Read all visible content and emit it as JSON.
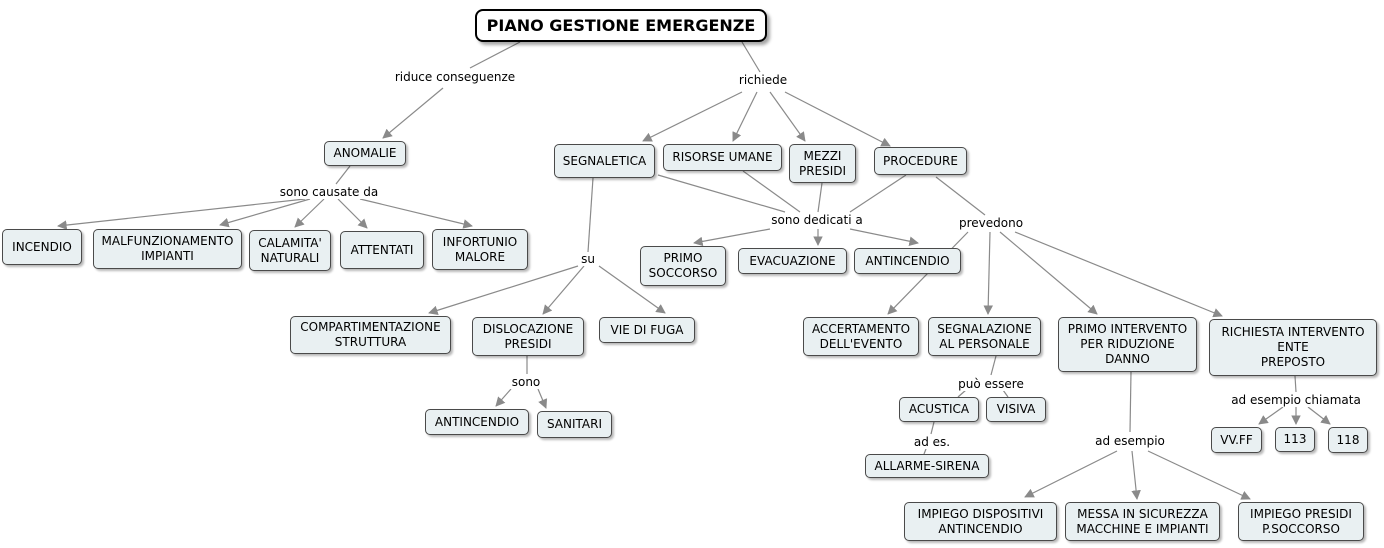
{
  "title": "PIANO GESTIONE EMERGENZE",
  "nodes": {
    "anomalie": "ANOMALIE",
    "incendio": "INCENDIO",
    "malfunzionamento": "MALFUNZIONAMENTO\nIMPIANTI",
    "calamita": "CALAMITA'\nNATURALI",
    "attentati": "ATTENTATI",
    "infortunio": "INFORTUNIO\nMALORE",
    "segnaletica": "SEGNALETICA",
    "risorse_umane": "RISORSE UMANE",
    "mezzi_presidi": "MEZZI\nPRESIDI",
    "procedure": "PROCEDURE",
    "primo_soccorso": "PRIMO\nSOCCORSO",
    "evacuazione": "EVACUAZIONE",
    "antincendio_top": "ANTINCENDIO",
    "compartimentazione": "COMPARTIMENTAZIONE\nSTRUTTURA",
    "dislocazione": "DISLOCAZIONE\nPRESIDI",
    "vie_di_fuga": "VIE DI FUGA",
    "antincendio_bottom": "ANTINCENDIO",
    "sanitari": "SANITARI",
    "accertamento": "ACCERTAMENTO\nDELL'EVENTO",
    "segnalazione": "SEGNALAZIONE\nAL PERSONALE",
    "primo_intervento": "PRIMO INTERVENTO\nPER RIDUZIONE\nDANNO",
    "richiesta": "RICHIESTA INTERVENTO\nENTE\nPREPOSTO",
    "acustica": "ACUSTICA",
    "visiva": "VISIVA",
    "allarme": "ALLARME-SIRENA",
    "vvff": "VV.FF",
    "n113": "113",
    "n118": "118",
    "impiego_dispositivi": "IMPIEGO DISPOSITIVI\nANTINCENDIO",
    "messa_sicurezza": "MESSA IN SICUREZZA\nMACCHINE E IMPIANTI",
    "impiego_presidi": "IMPIEGO PRESIDI\nP.SOCCORSO"
  },
  "links": {
    "riduce_conseguenze": "riduce conseguenze",
    "richiede": "richiede",
    "sono_causate_da": "sono causate da",
    "sono_dedicati_a": "sono dedicati a",
    "prevedono": "prevedono",
    "su": "su",
    "sono": "sono",
    "puo_essere": "può essere",
    "ad_es": "ad es.",
    "ad_esempio_chiamata": "ad esempio chiamata",
    "ad_esempio": "ad esempio"
  },
  "colors": {
    "node_fill": "#e9f0f2",
    "line": "#8a8a8a"
  }
}
